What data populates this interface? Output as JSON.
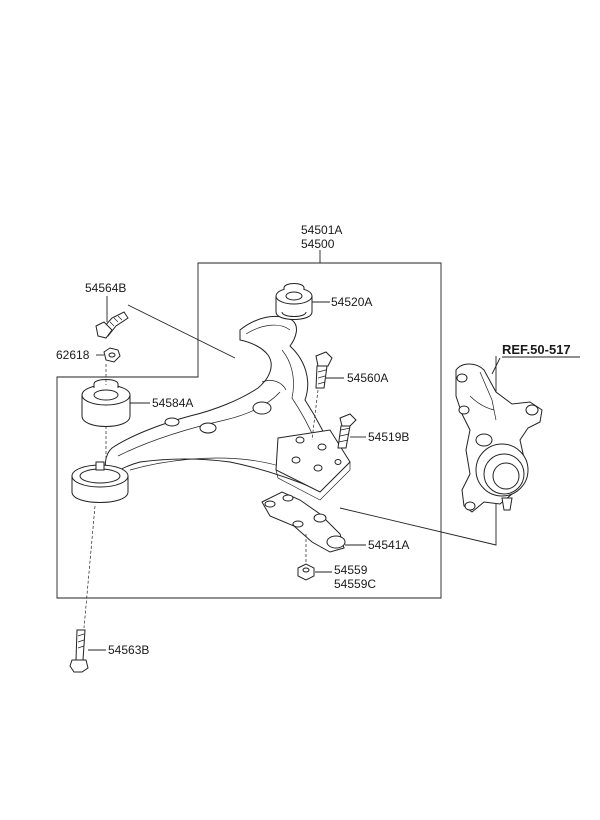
{
  "labels": {
    "p54501A": "54501A",
    "p54500": "54500",
    "p54520A": "54520A",
    "p54564B": "54564B",
    "p62618": "62618",
    "p54560A": "54560A",
    "p54584A": "54584A",
    "p54519B": "54519B",
    "p54541A": "54541A",
    "p54559": "54559",
    "p54559C": "54559C",
    "p54563B": "54563B",
    "ref": "REF.50-517"
  }
}
